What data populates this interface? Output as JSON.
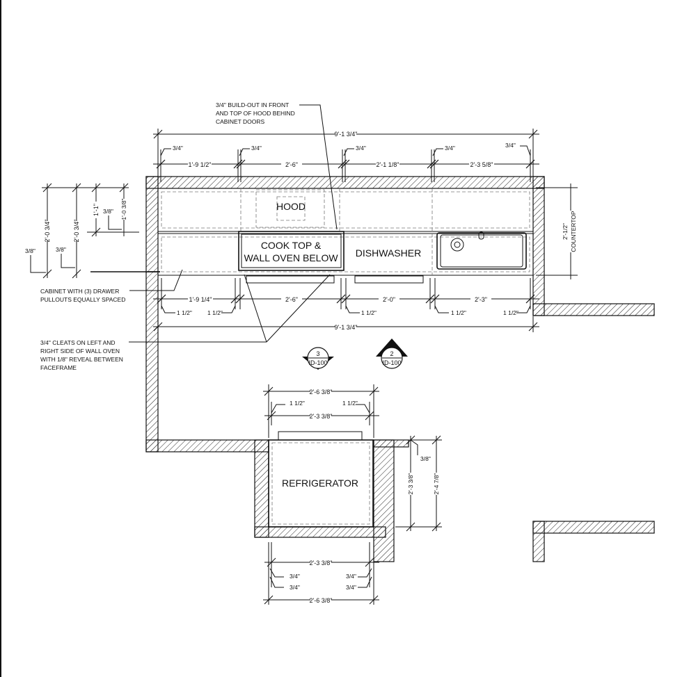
{
  "notes": {
    "hood_buildout": [
      "3/4\" BUILD-OUT IN FRONT",
      "AND TOP OF HOOD BEHIND",
      "CABINET DOORS"
    ],
    "drawer_cabinet": [
      "CABINET WITH (3) DRAWER",
      "PULLOUTS EQUALLY SPACED"
    ],
    "cleats": [
      "3/4\" CLEATS ON LEFT AND",
      "RIGHT SIDE OF WALL OVEN",
      "WITH 1/8\" REVEAL BETWEEN",
      "FACEFRAME"
    ]
  },
  "labels": {
    "hood": "HOOD",
    "cooktop_line1": "COOK TOP &",
    "cooktop_line2": "WALL OVEN BELOW",
    "dishwasher": "DISHWASHER",
    "refrigerator": "REFRIGERATOR",
    "countertop": "COUNTERTOP"
  },
  "dimensions": {
    "top_overall": "9'-1 3/4\"",
    "top_segments": [
      "1'-9 1/2\"",
      "2'-6\"",
      "2'-1 1/8\"",
      "2'-3 5/8\""
    ],
    "top_ticks": [
      "3/4\"",
      "3/4\"",
      "3/4\"",
      "3/4\"",
      "3/4\""
    ],
    "bottom_segments": [
      "1'-9 1/4\"",
      "2'-6\"",
      "2'-0\"",
      "2'-3\""
    ],
    "bottom_ticks": [
      "1 1/2\"",
      "1 1/2\"",
      "1 1/2\"",
      "1 1/2\"",
      "1 1/2\""
    ],
    "bottom_overall": "9'-1 3/4\"",
    "left_overall_outer": "2'-0 3/4\"",
    "left_overall_inner": "2'-0 3/4\"",
    "left_upper": "1'-1\"",
    "left_upper_small": "1'-0 3/8\"",
    "left_tick_a": "3/8\"",
    "left_tick_b": "3/8\"",
    "left_tick_c": "3/8\"",
    "right_depth": "2'-1/2\"",
    "fridge_top_overall": "2'-6 3/8\"",
    "fridge_top_ticks": [
      "1 1/2\"",
      "1 1/2\""
    ],
    "fridge_top_inner": "2'-3 3/8\"",
    "fridge_right_inner": "2'-3 3/8\"",
    "fridge_right_outer": "2'-4 7/8\"",
    "fridge_right_tick": "3/8\"",
    "fridge_bottom_inner": "2'-3 3/8\"",
    "fridge_bottom_ticks": [
      "3/4\"",
      "3/4\"",
      "3/4\"",
      "3/4\""
    ],
    "fridge_bottom_overall": "2'-6 3/8\""
  },
  "section_markers": [
    {
      "number": "3",
      "sheet": "ID-100"
    },
    {
      "number": "2",
      "sheet": "ID-100"
    }
  ]
}
